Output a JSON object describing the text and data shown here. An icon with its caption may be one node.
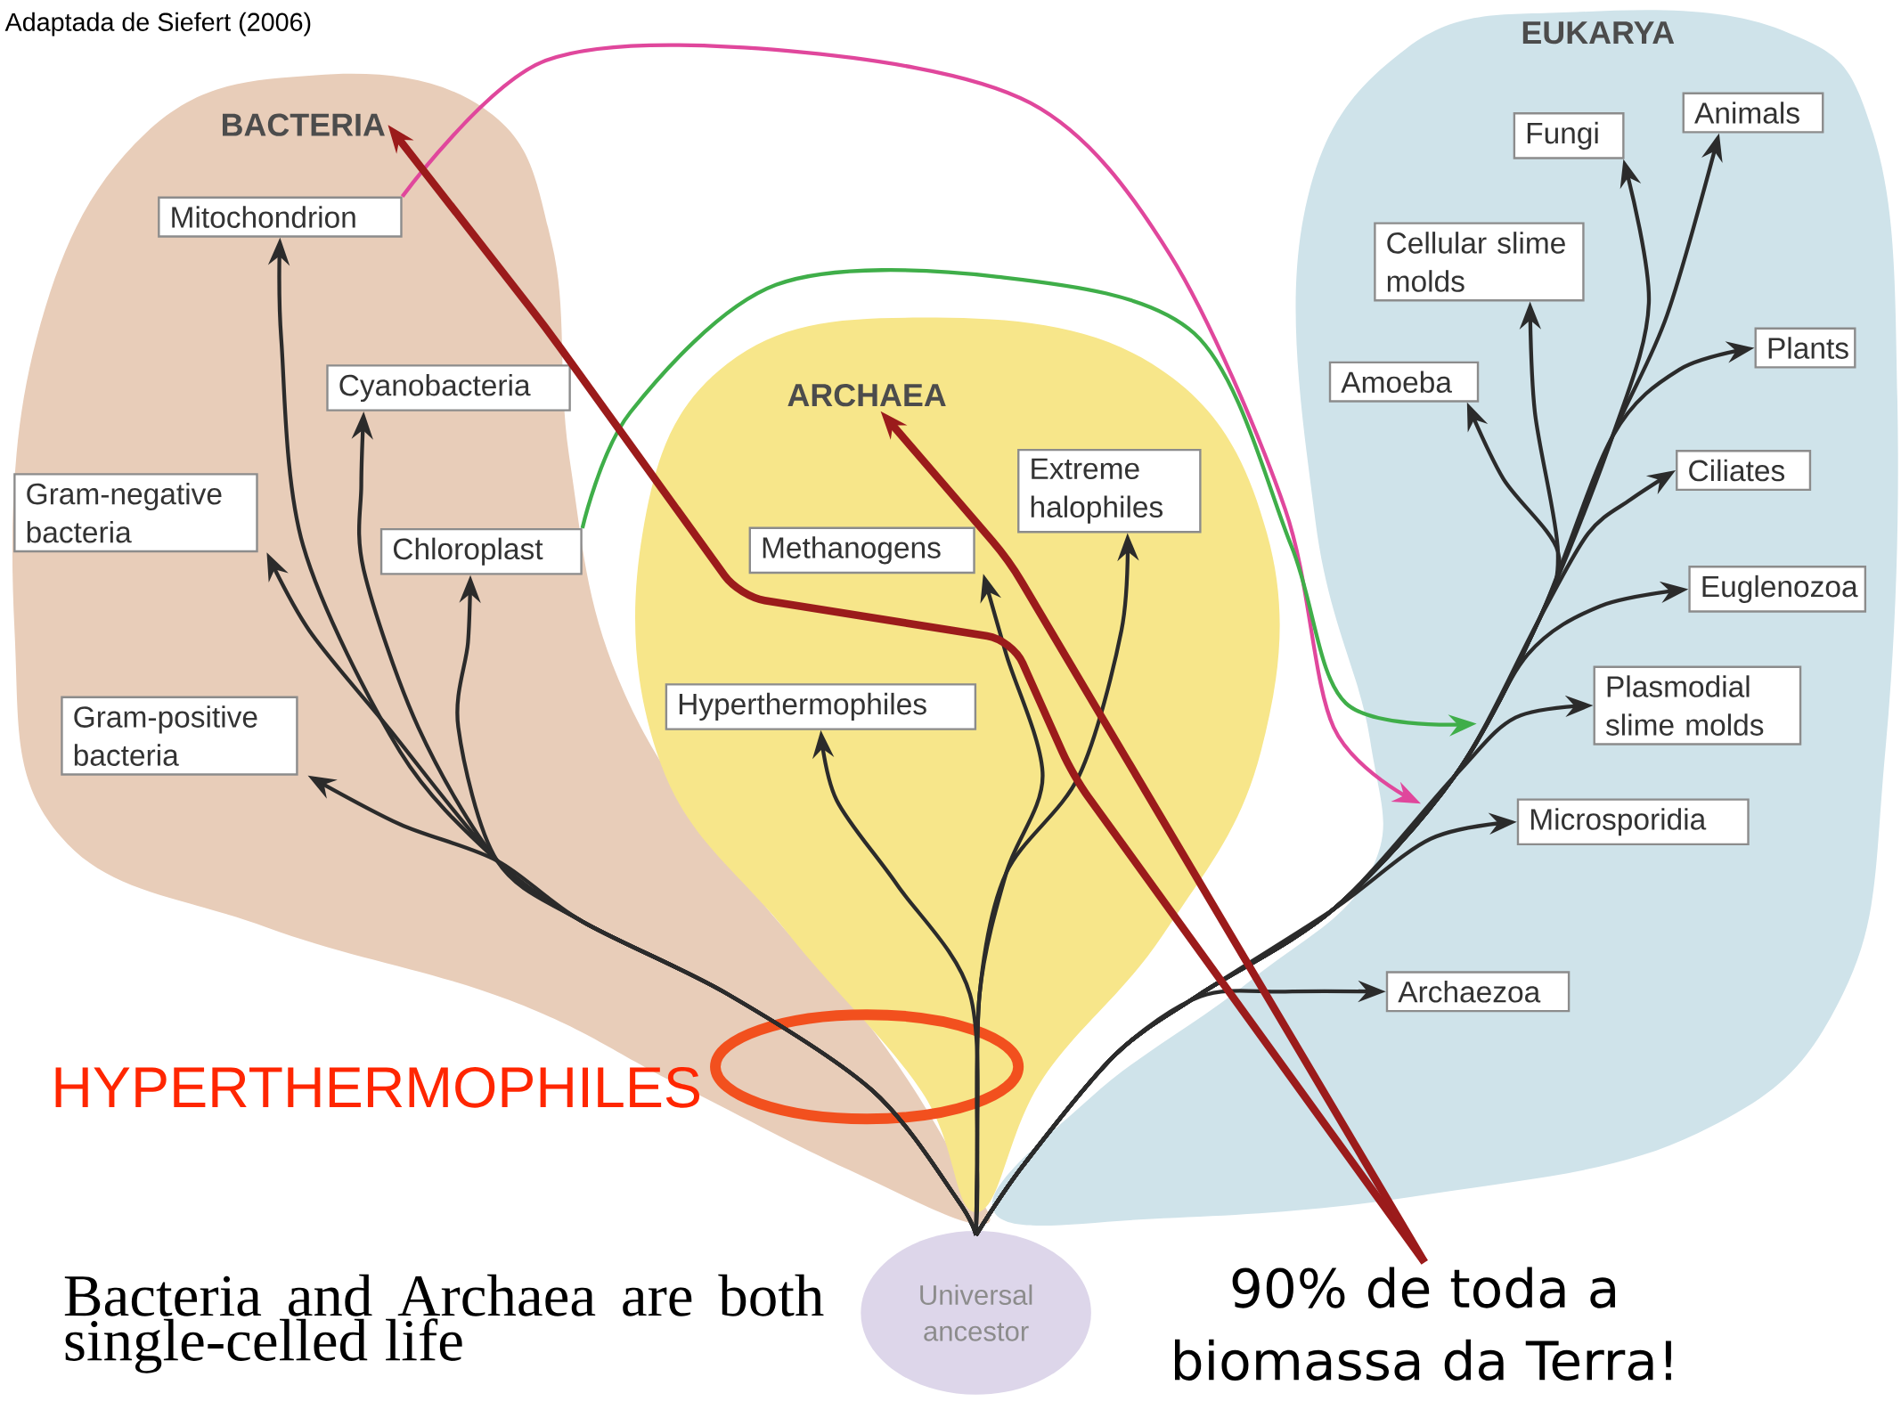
{
  "diagram": {
    "nodes": [
      {
        "text": [
          "BACTERIA"
        ]
      },
      {
        "text": [
          "ARCHAEA"
        ]
      },
      {
        "text": [
          "EUKARYA"
        ]
      },
      {
        "text": [
          "Mitochondrion"
        ],
        "in": 0
      },
      {
        "text": [
          "Cyanobacteria"
        ],
        "in": 0
      },
      {
        "text": [
          "Gram-negative bacteria"
        ],
        "in": 0
      },
      {
        "text": [
          "Chloroplast"
        ],
        "in": 0
      },
      {
        "text": [
          "Gram-positive bacteria"
        ],
        "in": 0
      },
      {
        "text": [
          "Methanogens"
        ],
        "in": 1
      },
      {
        "text": [
          "Extreme halophiles"
        ],
        "in": 1
      },
      {
        "text": [
          "Hyperthermophiles"
        ],
        "in": 1
      },
      {
        "text": [
          "Fungi"
        ],
        "in": 2
      },
      {
        "text": [
          "Animals"
        ],
        "in": 2
      },
      {
        "text": [
          "Cellular slime molds"
        ],
        "in": 2
      },
      {
        "text": [
          "Plants"
        ],
        "in": 2
      },
      {
        "text": [
          "Amoeba"
        ],
        "in": 2
      },
      {
        "text": [
          "Ciliates"
        ],
        "in": 2
      },
      {
        "text": [
          "Euglenozoa"
        ],
        "in": 2
      },
      {
        "text": [
          "Plasmodial slime molds"
        ],
        "in": 2
      },
      {
        "text": [
          "Microsporidia"
        ],
        "in": 2
      },
      {
        "text": [
          "Archaezoa"
        ],
        "in": 2
      },
      {
        "text": [
          "Universal ancestor"
        ]
      },
      {
        "text": [
          "90% de toda a biomassa da Terra!"
        ]
      }
    ],
    "edges": [
      {
        "from": 21,
        "to": 3,
        "arrow": "to"
      },
      {
        "from": 21,
        "to": 4,
        "arrow": "to"
      },
      {
        "from": 21,
        "to": 5,
        "arrow": "to"
      },
      {
        "from": 21,
        "to": 6,
        "arrow": "to"
      },
      {
        "from": 21,
        "to": 7,
        "arrow": "to"
      },
      {
        "from": 21,
        "to": 8,
        "arrow": "to"
      },
      {
        "from": 21,
        "to": 9,
        "arrow": "to"
      },
      {
        "from": 21,
        "to": 10,
        "arrow": "to"
      },
      {
        "from": 21,
        "to": 11,
        "arrow": "to"
      },
      {
        "from": 21,
        "to": 12,
        "arrow": "to"
      },
      {
        "from": 21,
        "to": 13,
        "arrow": "to"
      },
      {
        "from": 21,
        "to": 14,
        "arrow": "to"
      },
      {
        "from": 21,
        "to": 15,
        "arrow": "to"
      },
      {
        "from": 21,
        "to": 16,
        "arrow": "to"
      },
      {
        "from": 21,
        "to": 17,
        "arrow": "to"
      },
      {
        "from": 21,
        "to": 18,
        "arrow": "to"
      },
      {
        "from": 21,
        "to": 19,
        "arrow": "to"
      },
      {
        "from": 21,
        "to": 20,
        "arrow": "to"
      },
      {
        "from": 3,
        "to": 2,
        "arrow": "to",
        "color": "#e0479c"
      },
      {
        "from": 6,
        "to": 2,
        "arrow": "to",
        "color": "#3fae49"
      },
      {
        "from": 22,
        "to": 0,
        "arrow": "to",
        "color": "#9b1b1b",
        "style": "thick"
      },
      {
        "from": 22,
        "to": 1,
        "arrow": "to",
        "color": "#9b1b1b",
        "style": "thick"
      }
    ],
    "labels": [
      "Adaptada de Siefert (2006)",
      "HYPERTHERMOPHILES",
      "Bacteria and Archaea are both single-celled life"
    ]
  }
}
